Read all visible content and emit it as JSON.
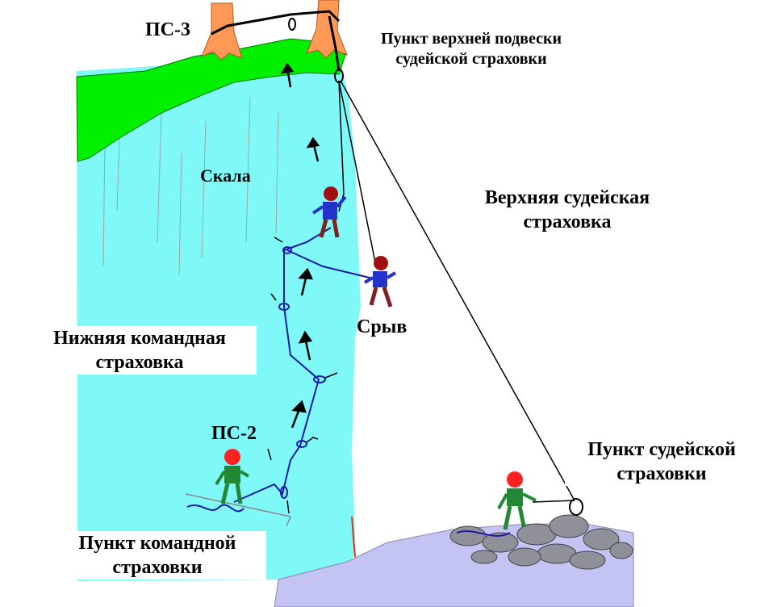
{
  "labels": {
    "ps3": "ПС-3",
    "top_point_line1": "Пункт верхней подвески",
    "top_point_line2": "судейской страховки",
    "rock": "Скала",
    "upper_belay_line1": "Верхняя  судейская",
    "upper_belay_line2": "страховка",
    "fall": "Срыв",
    "lower_belay_line1": "Нижняя  командная",
    "lower_belay_line2": "страховка",
    "ps2": "ПС-2",
    "judge_point_line1": "Пункт  судейской",
    "judge_point_line2": "страховки",
    "team_point_line1": "Пункт  командной",
    "team_point_line2": "страховки"
  },
  "colors": {
    "rock": "#7ff8f8",
    "grass": "#00f000",
    "tree": "#ff9955",
    "ground": "#c4c4f4",
    "team_rope": "#1a1aa8",
    "judge_rope": "#000000",
    "helmet_red": "#ff2020",
    "helmet_dark": "#a01010",
    "climber_blue": "#2233cc",
    "climber_green": "#228833",
    "pants": "#802020",
    "stone": "#909098"
  },
  "icons": [
    "arrow-up-icon",
    "carabiner-icon",
    "climber-figure",
    "belayer-figure",
    "tree-icon"
  ]
}
